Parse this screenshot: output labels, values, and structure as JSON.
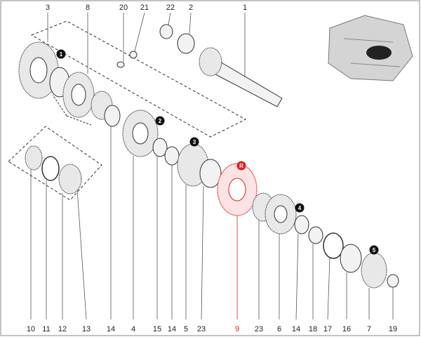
{
  "callouts": {
    "top": [
      "3",
      "8",
      "20",
      "21",
      "22",
      "2",
      "1"
    ],
    "bottom": [
      "10",
      "11",
      "12",
      "13",
      "14",
      "4",
      "15",
      "14",
      "5",
      "23",
      "9",
      "23",
      "6",
      "14",
      "18",
      "17",
      "16",
      "7",
      "19"
    ],
    "highlighted": "9"
  },
  "badges": [
    "1",
    "2",
    "3",
    "R",
    "4",
    "5"
  ],
  "colors": {
    "highlight": "#e02020",
    "badge": "#111111",
    "line": "#333333"
  }
}
